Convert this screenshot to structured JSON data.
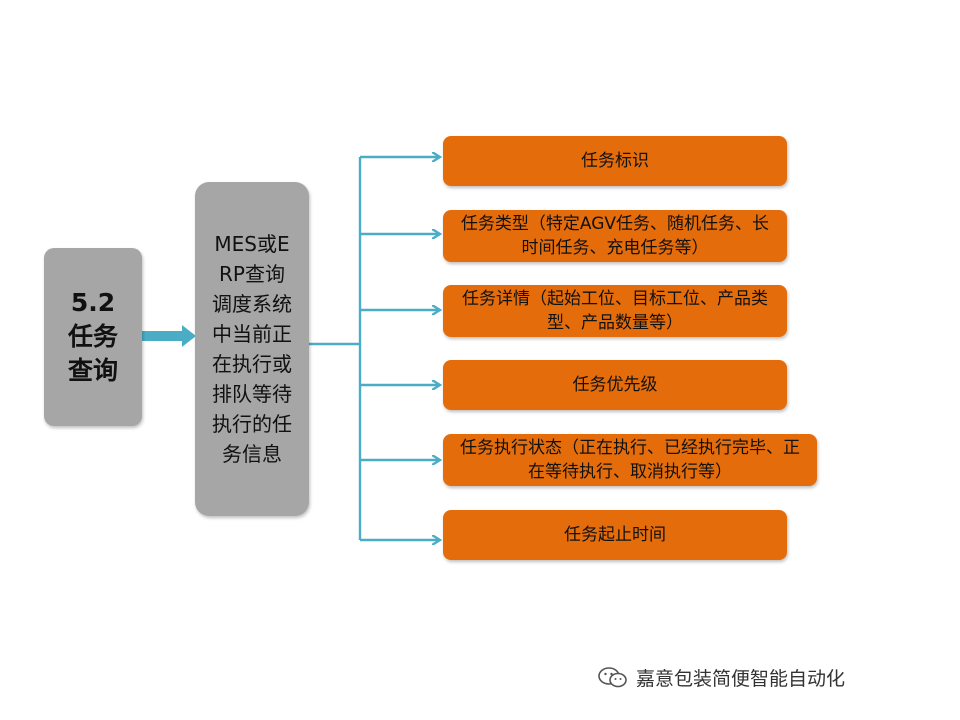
{
  "diagram": {
    "root": {
      "label": "5.2\n任务\n查询"
    },
    "middle": {
      "label": "MES或ERP查询调度系统中当前正在执行或排队等待执行的任务信息"
    },
    "items": [
      {
        "label": "任务标识"
      },
      {
        "label": "任务类型（特定AGV任务、随机任务、长时间任务、充电任务等）"
      },
      {
        "label": "任务详情（起始工位、目标工位、产品类型、产品数量等）"
      },
      {
        "label": "任务优先级"
      },
      {
        "label": "任务执行状态（正在执行、已经执行完毕、正在等待执行、取消执行等）"
      },
      {
        "label": "任务起止时间"
      }
    ]
  },
  "watermark": {
    "text": "嘉意包装简便智能自动化",
    "icon": "wechat-icon"
  },
  "colors": {
    "node_gray": "#a6a6a6",
    "leaf_orange": "#e46c0a",
    "connector_teal": "#4bacc6",
    "background": "#ffffff"
  }
}
